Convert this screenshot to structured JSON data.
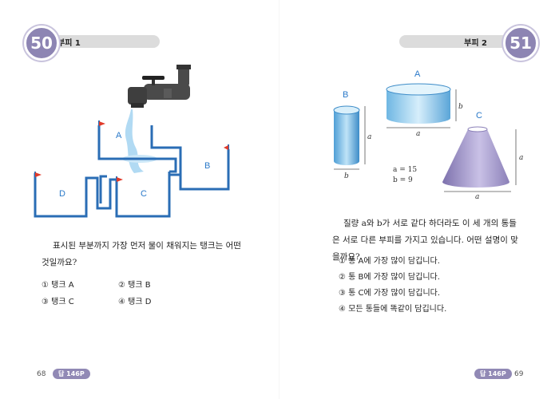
{
  "left_page": {
    "problem_number": "50",
    "title": "부피 1",
    "figure": {
      "tank_labels": [
        "A",
        "B",
        "C",
        "D"
      ]
    },
    "question": "표시된 부분까지 가장 먼저 물이 채워지는 탱크는 어떤 것일까요?",
    "options": [
      "① 탱크 A",
      "② 탱크 B",
      "③ 탱크 C",
      "④ 탱크 D"
    ],
    "page_number": "68",
    "answer_ref": "답 146P"
  },
  "right_page": {
    "problem_number": "51",
    "title": "부피 2",
    "figure": {
      "shape_labels": [
        "A",
        "B",
        "C"
      ],
      "dim_a": "a",
      "dim_b": "b",
      "given_a": "a = 15",
      "given_b": "b = 9"
    },
    "question": "질량 a와 b가 서로 같다 하더라도 이 세 개의 통들은 서로 다른 부피를 가지고 있습니다. 어떤 설명이 맞을까요?",
    "options": [
      "① 통 A에 가장 많이 담깁니다.",
      "② 통 B에 가장 많이 담깁니다.",
      "③ 통 C에 가장 많이 담깁니다.",
      "④ 모든 통들에 똑같이 담깁니다."
    ],
    "page_number": "69",
    "answer_ref": "답 146P"
  },
  "colors": {
    "badge": "#8d85b3",
    "pipe_blue": "#2a6db5",
    "flag_red": "#e03a2a",
    "label_blue": "#2a79c9"
  }
}
